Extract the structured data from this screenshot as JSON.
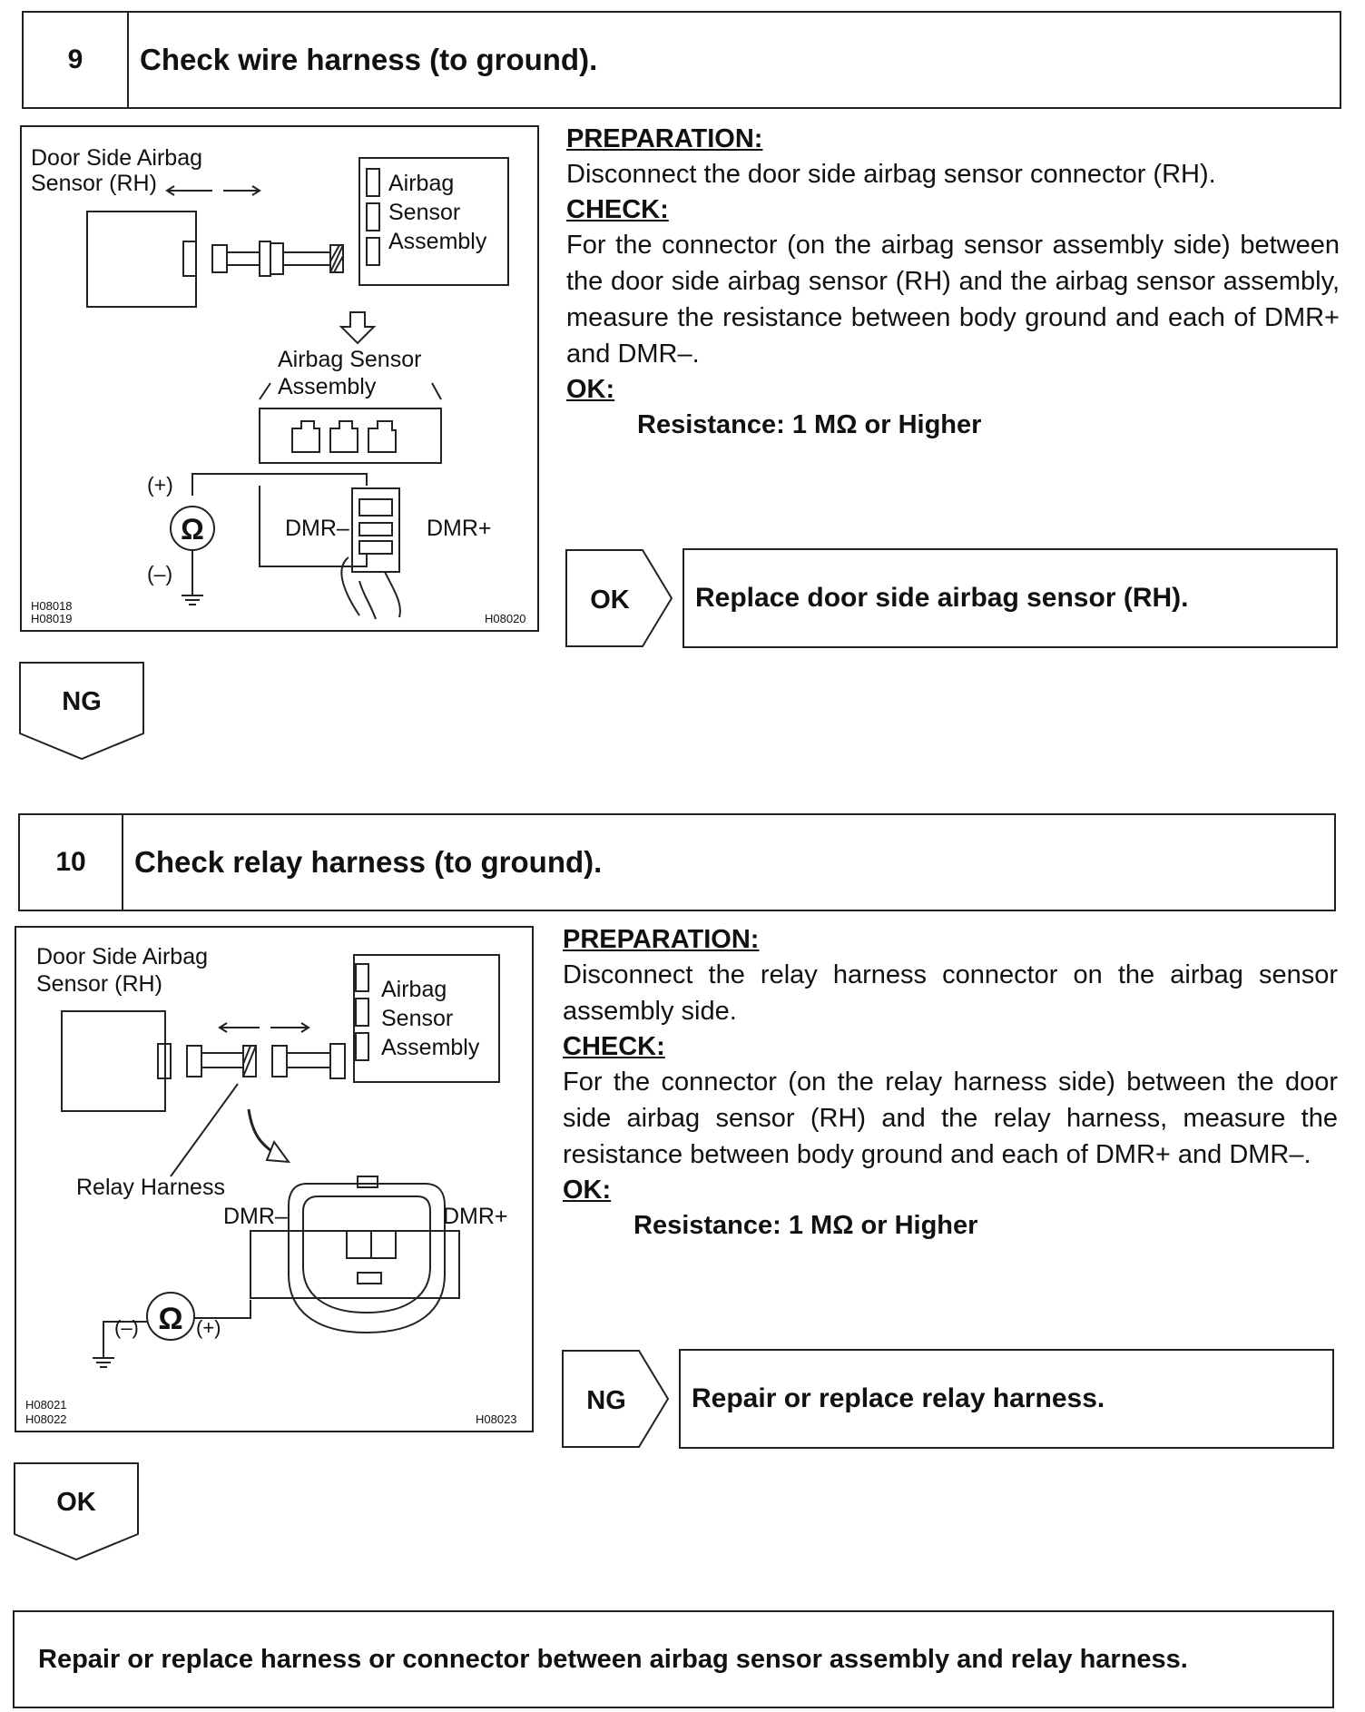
{
  "step9": {
    "number": "9",
    "title": "Check wire harness (to ground).",
    "figure": {
      "label_door_sensor_1": "Door Side Airbag",
      "label_door_sensor_2": "Sensor (RH)",
      "label_airbag_1": "Airbag",
      "label_airbag_2": "Sensor",
      "label_airbag_3": "Assembly",
      "label_assembly_1": "Airbag Sensor",
      "label_assembly_2": "Assembly",
      "plus": "(+)",
      "minus": "(–)",
      "ohm": "Ω",
      "dmr_minus": "DMR–",
      "dmr_plus": "DMR+",
      "code_a": "H08018",
      "code_b": "H08019",
      "code_c": "H08020"
    },
    "preparation_label": "PREPARATION:",
    "preparation_text": "Disconnect the door side airbag sensor connector (RH).",
    "check_label": "CHECK:",
    "check_text": "For the connector (on the airbag sensor assembly side) between the door side airbag sensor (RH) and the airbag sensor assembly, measure the resistance between body ground and each of DMR+ and DMR–.",
    "ok_label": "OK:",
    "ok_value": "Resistance: 1 MΩ or Higher",
    "result_tag": "OK",
    "result_text": "Replace door side airbag sensor (RH).",
    "next_tag": "NG"
  },
  "step10": {
    "number": "10",
    "title": "Check relay harness (to ground).",
    "figure": {
      "label_door_sensor_1": "Door Side Airbag",
      "label_door_sensor_2": "Sensor (RH)",
      "label_airbag_1": "Airbag",
      "label_airbag_2": "Sensor",
      "label_airbag_3": "Assembly",
      "relay_harness": "Relay Harness",
      "dmr_minus": "DMR–",
      "dmr_plus": "DMR+",
      "minus": "(–)",
      "plus": "(+)",
      "ohm": "Ω",
      "code_a": "H08021",
      "code_b": "H08022",
      "code_c": "H08023"
    },
    "preparation_label": "PREPARATION:",
    "preparation_text": "Disconnect the relay harness connector on the airbag sensor assembly side.",
    "check_label": "CHECK:",
    "check_text": "For the connector (on the relay harness side) between the door side airbag sensor (RH) and the relay harness, measure the resistance between body ground and each of DMR+ and DMR–.",
    "ok_label": "OK:",
    "ok_value": "Resistance: 1 MΩ or Higher",
    "result_tag": "NG",
    "result_text": "Repair or replace relay harness.",
    "next_tag": "OK"
  },
  "final": {
    "text": "Repair or replace harness or connector between airbag sensor assembly and relay harness."
  }
}
